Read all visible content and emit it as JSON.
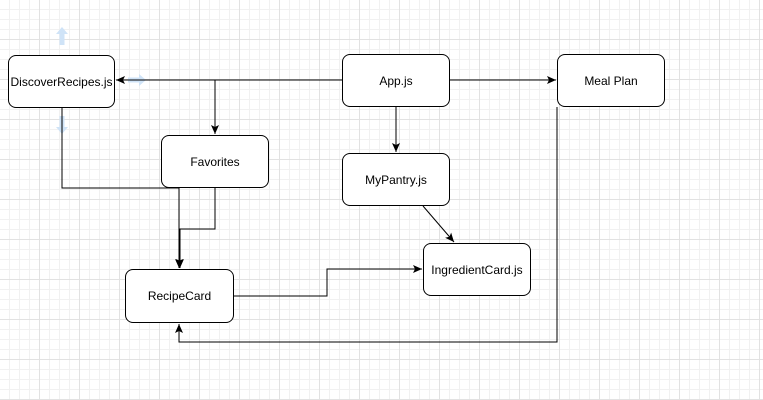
{
  "diagram": {
    "nodes": [
      {
        "id": "discover",
        "label": "DiscoverRecipes.js"
      },
      {
        "id": "app",
        "label": "App.js"
      },
      {
        "id": "mealplan",
        "label": "Meal Plan"
      },
      {
        "id": "favorites",
        "label": "Favorites"
      },
      {
        "id": "pantry",
        "label": "MyPantry.js"
      },
      {
        "id": "ingredient",
        "label": "IngredientCard.js"
      },
      {
        "id": "recipecard",
        "label": "RecipeCard"
      }
    ],
    "edges": [
      {
        "from": "app",
        "to": "discover"
      },
      {
        "from": "app",
        "to": "mealplan"
      },
      {
        "from": "app",
        "to": "favorites"
      },
      {
        "from": "app",
        "to": "pantry"
      },
      {
        "from": "pantry",
        "to": "ingredient"
      },
      {
        "from": "recipecard",
        "to": "ingredient"
      },
      {
        "from": "favorites",
        "to": "recipecard"
      },
      {
        "from": "discover",
        "to": "recipecard"
      },
      {
        "from": "mealplan",
        "to": "recipecard"
      }
    ],
    "colors": {
      "line": "#000000",
      "node_border": "#000000",
      "node_fill": "#ffffff",
      "grid": "#e2e2e2",
      "hover_hint": "#cfe3f7"
    }
  }
}
